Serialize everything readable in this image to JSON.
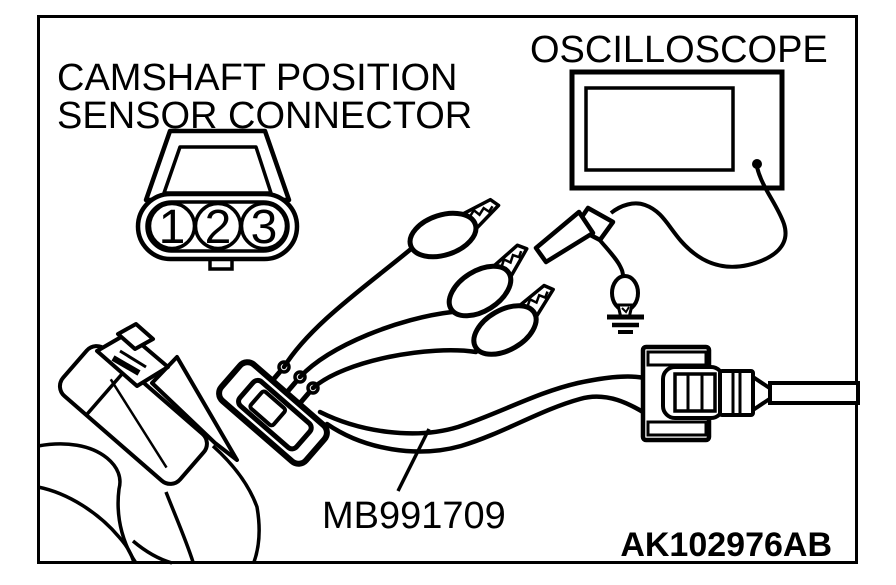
{
  "figure": {
    "type": "wiring-inspection-diagram",
    "background_color": "#ffffff",
    "line_color": "#000000",
    "labels": {
      "sensor_connector_line1": "CAMSHAFT POSITION",
      "sensor_connector_line2": "SENSOR CONNECTOR",
      "oscilloscope": "OSCILLOSCOPE",
      "harness_adapter_part": "MB991709",
      "figure_id": "AK102976AB"
    },
    "connector_pins": [
      "1",
      "2",
      "3"
    ]
  }
}
